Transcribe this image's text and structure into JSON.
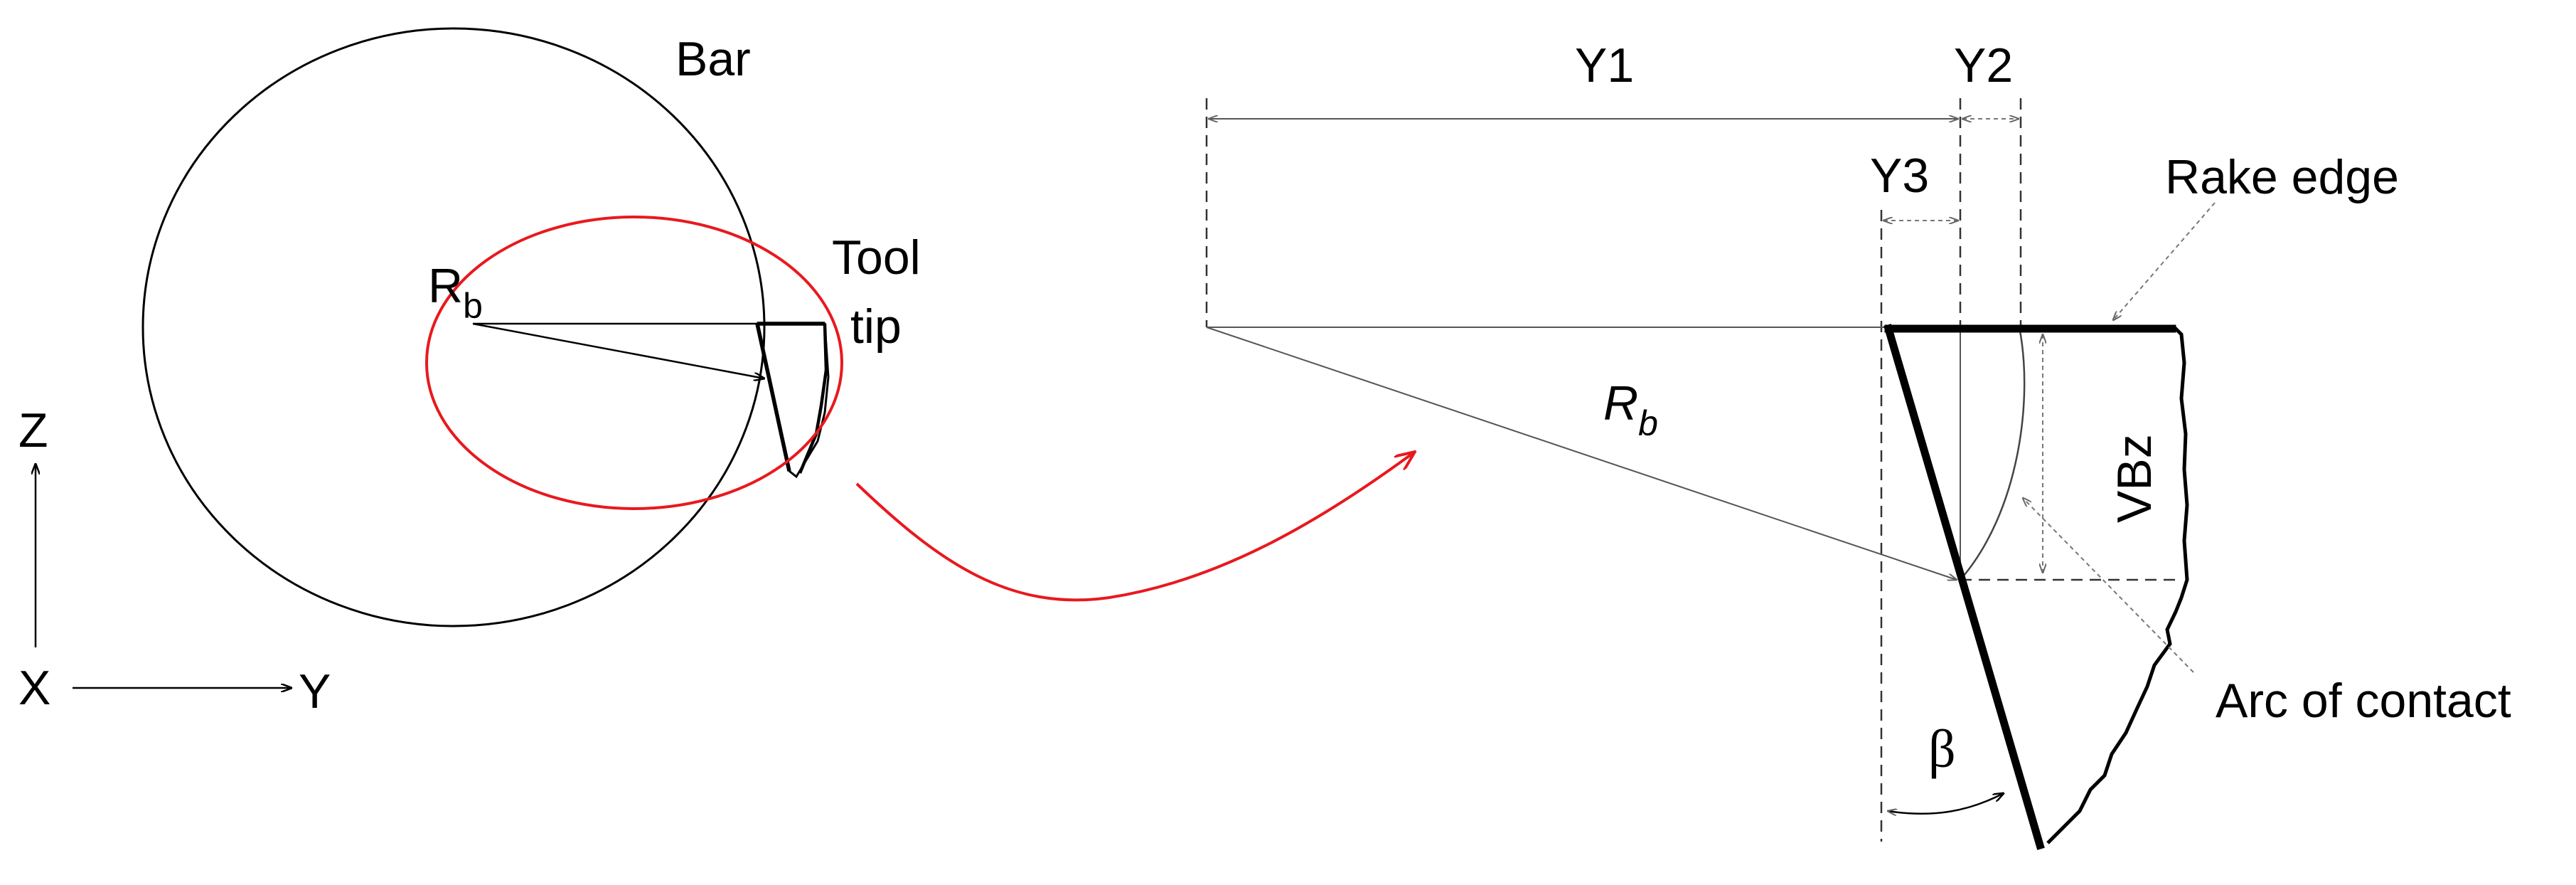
{
  "labels": {
    "bar": "Bar",
    "rb_left_main": "R",
    "rb_left_sub": "b",
    "tool_line1": "Tool",
    "tool_line2": "tip",
    "axis_z": "Z",
    "axis_x": "X",
    "axis_y": "Y",
    "y1": "Y1",
    "y2": "Y2",
    "y3": "Y3",
    "rake_edge": "Rake edge",
    "rb_right_main": "R",
    "rb_right_sub": "b",
    "vbz": "VBz",
    "arc_of_contact": "Arc of contact",
    "beta": "β"
  },
  "colors": {
    "highlight": "#e8191e",
    "ink": "#000000"
  }
}
